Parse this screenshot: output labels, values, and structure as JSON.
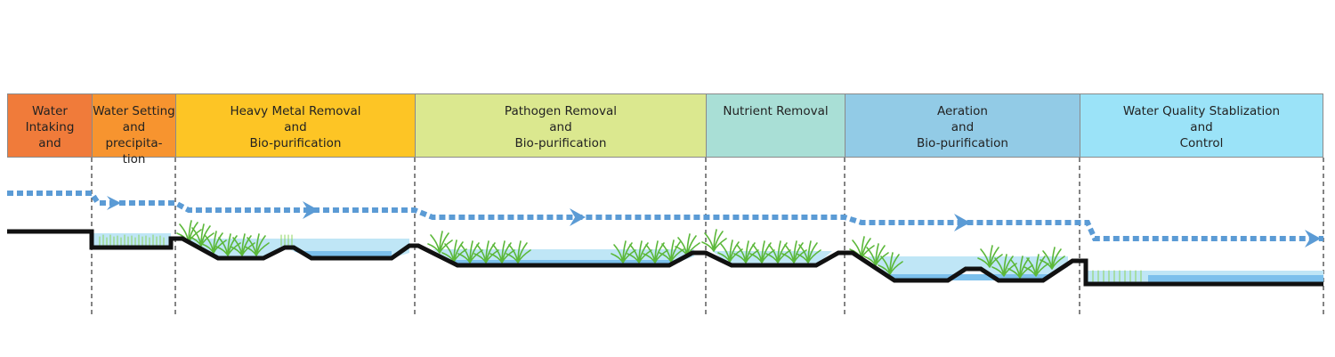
{
  "stages": [
    {
      "id": "water-intaking",
      "label": "Water\nIntaking\nand",
      "color": "#f07b3a"
    },
    {
      "id": "water-setting",
      "label": "Water Setting\nand precipita-\ntion",
      "color": "#f7942f"
    },
    {
      "id": "heavy-metal-removal",
      "label": "Heavy Metal Removal\nand\nBio-purification",
      "color": "#fdc525"
    },
    {
      "id": "pathogen-removal",
      "label": "Pathogen Removal\nand\nBio-purification",
      "color": "#dbe88f"
    },
    {
      "id": "nutrient-removal",
      "label": "Nutrient Removal",
      "color": "#a9dfd6"
    },
    {
      "id": "aeration",
      "label": "Aeration\nand\nBio-purification",
      "color": "#92cbe6"
    },
    {
      "id": "water-quality",
      "label": "Water Quality Stablization\nand\nControl",
      "color": "#9be3f8"
    }
  ],
  "colors": {
    "flow_arrow": "#5b9bd5",
    "ground": "#111111",
    "water_light": "#bfe6f6",
    "water_deep": "#7cc0ec",
    "reed": "#5cb83a",
    "reed_light": "#8ed45e",
    "divider": "#333333"
  },
  "icons": {
    "flow": "dashed-flow-arrow",
    "vegetation": "reed-grass-icon"
  }
}
